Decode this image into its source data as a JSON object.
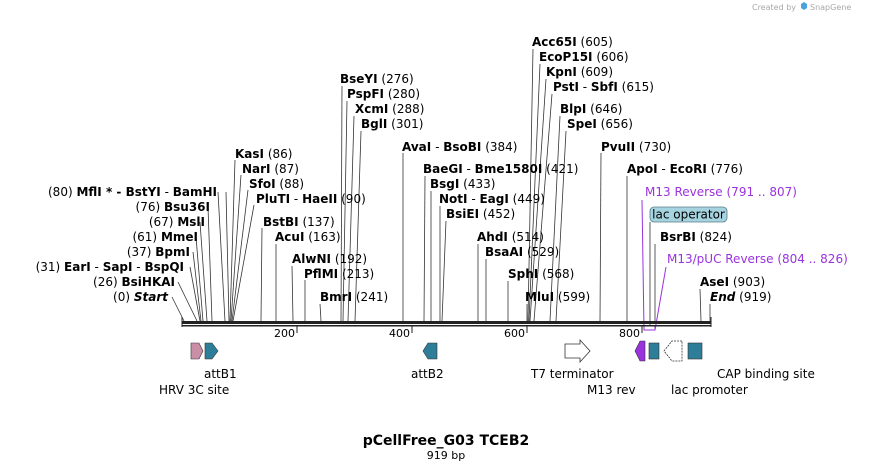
{
  "credit": {
    "prefix": "Created by",
    "brand": "SnapGene"
  },
  "title": "pCellFree_G03 TCEB2",
  "subtitle": "919 bp",
  "ticks": [
    "200",
    "400",
    "600",
    "800"
  ],
  "sites": {
    "start": {
      "pos": "(0)",
      "name": "Start"
    },
    "end": {
      "name": "End",
      "pos": "(919)"
    },
    "bsihkai": {
      "pos": "(26)",
      "name": "BsiHKAI"
    },
    "earI": {
      "pos": "(31)",
      "names": [
        "EarI",
        "SapI",
        "BspQI"
      ]
    },
    "bpmI": {
      "pos": "(37)",
      "name": "BpmI"
    },
    "mmeI": {
      "pos": "(61)",
      "name": "MmeI"
    },
    "mslI": {
      "pos": "(67)",
      "name": "MslI"
    },
    "bsu36I": {
      "pos": "(76)",
      "name": "Bsu36I"
    },
    "mflI": {
      "pos": "(80)",
      "names": [
        "MflI",
        "BstYI",
        "BamHI"
      ]
    },
    "kasI": {
      "name": "KasI",
      "pos": "(86)"
    },
    "narI": {
      "name": "NarI",
      "pos": "(87)"
    },
    "sfoI": {
      "name": "SfoI",
      "pos": "(88)"
    },
    "pluTI": {
      "names": [
        "PluTI",
        "HaeII"
      ],
      "pos": "(90)"
    },
    "bstBI": {
      "name": "BstBI",
      "pos": "(137)"
    },
    "acuI": {
      "name": "AcuI",
      "pos": "(163)"
    },
    "alwNI": {
      "name": "AlwNI",
      "pos": "(192)"
    },
    "pflMI": {
      "name": "PflMI",
      "pos": "(213)"
    },
    "bmrI": {
      "name": "BmrI",
      "pos": "(241)"
    },
    "bseYI": {
      "name": "BseYI",
      "pos": "(276)"
    },
    "pspFI": {
      "name": "PspFI",
      "pos": "(280)"
    },
    "xcmI": {
      "name": "XcmI",
      "pos": "(288)"
    },
    "bglI": {
      "name": "BglI",
      "pos": "(301)"
    },
    "avaI": {
      "names": [
        "AvaI",
        "BsoBI"
      ],
      "pos": "(384)"
    },
    "baeGI": {
      "names": [
        "BaeGI",
        "Bme1580I"
      ],
      "pos": "(421)"
    },
    "bsgI": {
      "name": "BsgI",
      "pos": "(433)"
    },
    "notI": {
      "names": [
        "NotI",
        "EagI"
      ],
      "pos": "(449)"
    },
    "bsiEI": {
      "name": "BsiEI",
      "pos": "(452)"
    },
    "ahdI": {
      "name": "AhdI",
      "pos": "(514)"
    },
    "bsaAI": {
      "name": "BsaAI",
      "pos": "(529)"
    },
    "sphI": {
      "name": "SphI",
      "pos": "(568)"
    },
    "mluI": {
      "name": "MluI",
      "pos": "(599)"
    },
    "acc65I": {
      "name": "Acc65I",
      "pos": "(605)"
    },
    "ecoP15I": {
      "name": "EcoP15I",
      "pos": "(606)"
    },
    "kpnI": {
      "name": "KpnI",
      "pos": "(609)"
    },
    "pstI": {
      "names": [
        "PstI",
        "SbfI"
      ],
      "pos": "(615)"
    },
    "blpI": {
      "name": "BlpI",
      "pos": "(646)"
    },
    "speI": {
      "name": "SpeI",
      "pos": "(656)"
    },
    "pvuII": {
      "name": "PvuII",
      "pos": "(730)"
    },
    "apoI": {
      "names": [
        "ApoI",
        "EcoRI"
      ],
      "pos": "(776)"
    },
    "bsrBI": {
      "name": "BsrBI",
      "pos": "(824)"
    },
    "aseI": {
      "name": "AseI",
      "pos": "(903)"
    }
  },
  "primers": {
    "m13rev": {
      "name": "M13 Reverse",
      "range": "(791 .. 807)"
    },
    "m13puc": {
      "name": "M13/pUC Reverse",
      "range": "(804 .. 826)"
    }
  },
  "lac_operator": "lac operator",
  "features": {
    "attB1": "attB1",
    "hrv": "HRV 3C site",
    "attB2": "attB2",
    "t7term": "T7 terminator",
    "m13rev": "M13 rev",
    "lacPromoter": "lac promoter",
    "cap": "CAP binding site"
  },
  "colors": {
    "backbone": "#222222",
    "feature_teal": "#2e7d99",
    "hrv_site": "#c98fa7",
    "primer_purple": "#9933dd",
    "lac_operator_fill": "#a6d3e0"
  }
}
